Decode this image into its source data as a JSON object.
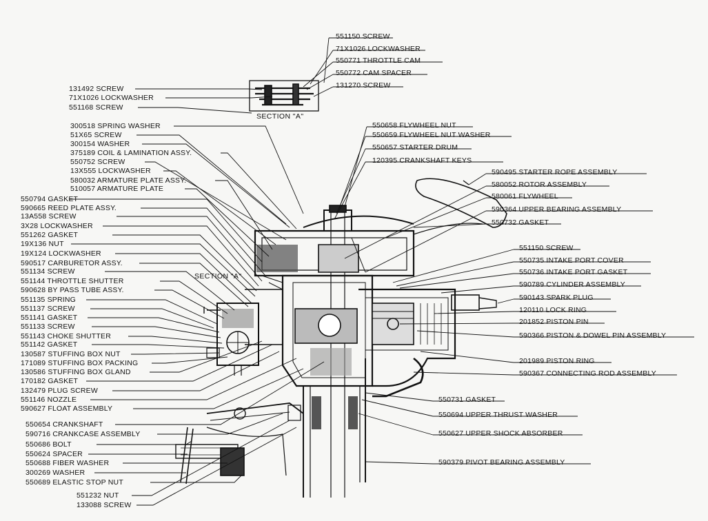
{
  "section_labels": {
    "inset": "SECTION \"A\"",
    "main": "SECTION \"A\""
  },
  "left_labels": [
    "131492 SCREW",
    "71X1026 LOCKWASHER",
    "551168 SCREW",
    "300518 SPRING WASHER",
    "51X65 SCREW",
    "300154 WASHER",
    "375189 COIL & LAMINATION ASSY.",
    "550752 SCREW",
    "13X555 LOCKWASHER",
    "580032 ARMATURE PLATE ASSY.",
    "510057 ARMATURE PLATE",
    "550794 GASKET",
    "590665 REED PLATE ASSY.",
    "13A558 SCREW",
    "3X28 LOCKWASHER",
    "551262 GASKET",
    "19X136 NUT",
    "19X124 LOCKWASHER",
    "590517 CARBURETOR ASSY.",
    "551134 SCREW",
    "551144 THROTTLE SHUTTER",
    "590628 BY PASS TUBE ASSY.",
    "551135 SPRING",
    "551137 SCREW",
    "551141 GASKET",
    "551133 SCREW",
    "551143 CHOKE SHUTTER",
    "551142 GASKET",
    "130587 STUFFING BOX NUT",
    "171089 STUFFING BOX PACKING",
    "130586 STUFFING BOX GLAND",
    "170182 GASKET",
    "132479 PLUG SCREW",
    "551146 NOZZLE",
    "590627 FLOAT ASSEMBLY",
    "550654 CRANKSHAFT",
    "590716 CRANKCASE ASSEMBLY",
    "550686 BOLT",
    "550624 SPACER",
    "550688 FIBER WASHER",
    "300269 WASHER",
    "550689 ELASTIC STOP NUT",
    "551232 NUT",
    "133088 SCREW"
  ],
  "right_labels": [
    "551150 SCREW",
    "71X1026 LOCKWASHER",
    "550771 THROTTLE CAM",
    "550772 CAM SPACER",
    "131270 SCREW",
    "550658 FLYWHEEL NUT",
    "550659 FLYWHEEL NUT WASHER",
    "550657 STARTER DRUM",
    "120395 CRANKSHAFT KEYS",
    "590495 STARTER ROPE ASSEMBLY",
    "580052 ROTOR ASSEMBLY",
    "580061 FLYWHEEL",
    "590364 UPPER BEARING ASSEMBLY",
    "550732 GASKET",
    "551150 SCREW",
    "550735 INTAKE PORT COVER",
    "550736 INTAKE PORT GASKET",
    "590789 CYLINDER ASSEMBLY",
    "590143 SPARK PLUG",
    "120110 LOCK RING",
    "201852 PISTON PIN",
    "590366 PISTON & DOWEL PIN ASSEMBLY",
    "201989 PISTON RING",
    "590367 CONNECTING ROD ASSEMBLY",
    "550731 GASKET",
    "550694 UPPER THRUST WASHER",
    "550627 UPPER SHOCK ABSORBER",
    "590379 PIVOT BEARING ASSEMBLY"
  ]
}
